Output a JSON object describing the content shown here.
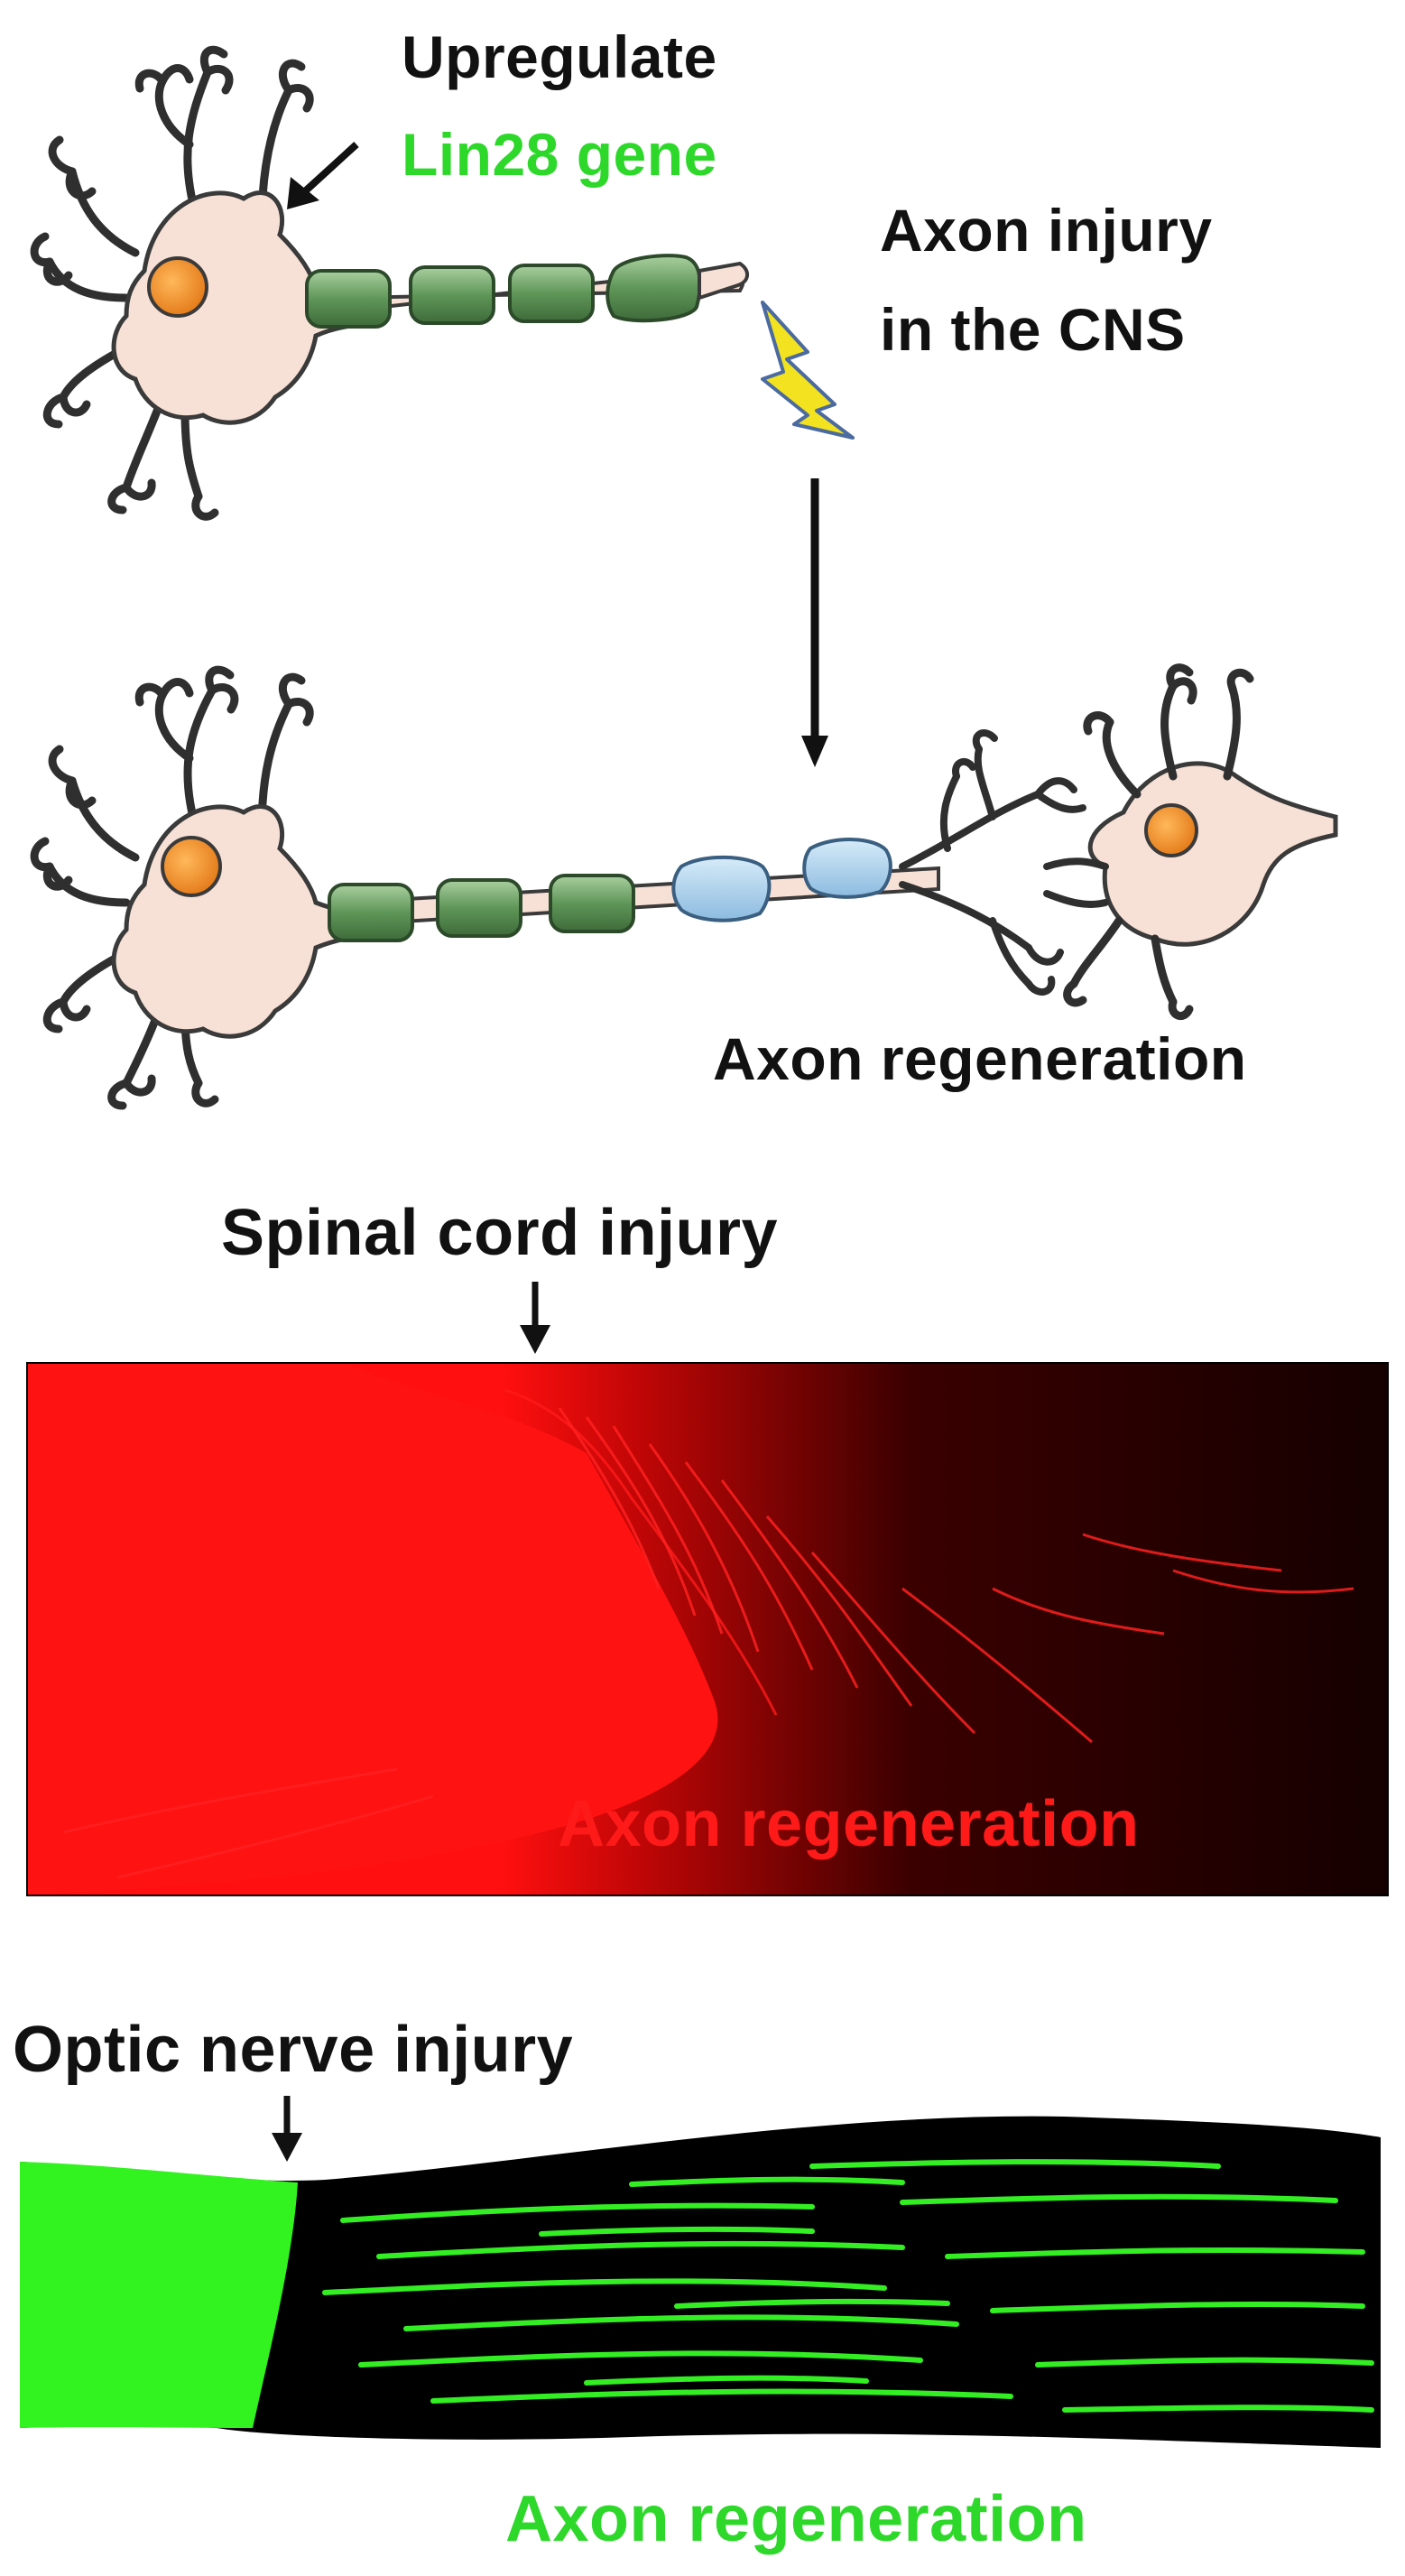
{
  "colors": {
    "neuron_body": "#f7e1d6",
    "neuron_outline": "#3a3a3a",
    "nucleus": "#f0902c",
    "myelin_green": "#6fa369",
    "myelin_blue": "#9fc6e6",
    "lightning": "#f2e21f",
    "red_axon": "#ff1a1a",
    "green_axon": "#33ee22",
    "micrograph_bg": "#0b0000"
  },
  "labels": {
    "upregulate": "Upregulate",
    "lin28_gene": "Lin28 gene",
    "axon_injury_line1": "Axon injury",
    "axon_injury_line2": "in the CNS",
    "axon_regeneration_diagram": "Axon regeneration",
    "spinal_cord_injury": "Spinal cord injury",
    "axon_regeneration_red": "Axon regeneration",
    "optic_nerve_injury": "Optic nerve injury",
    "axon_regeneration_green": "Axon regeneration"
  },
  "icons": {
    "upregulate_arrow": "arrow-down-left-icon",
    "injury": "lightning-bolt-icon",
    "process_arrow": "arrow-down-icon",
    "spinal_injury_marker": "arrow-down-icon",
    "optic_injury_marker": "arrow-down-icon"
  }
}
